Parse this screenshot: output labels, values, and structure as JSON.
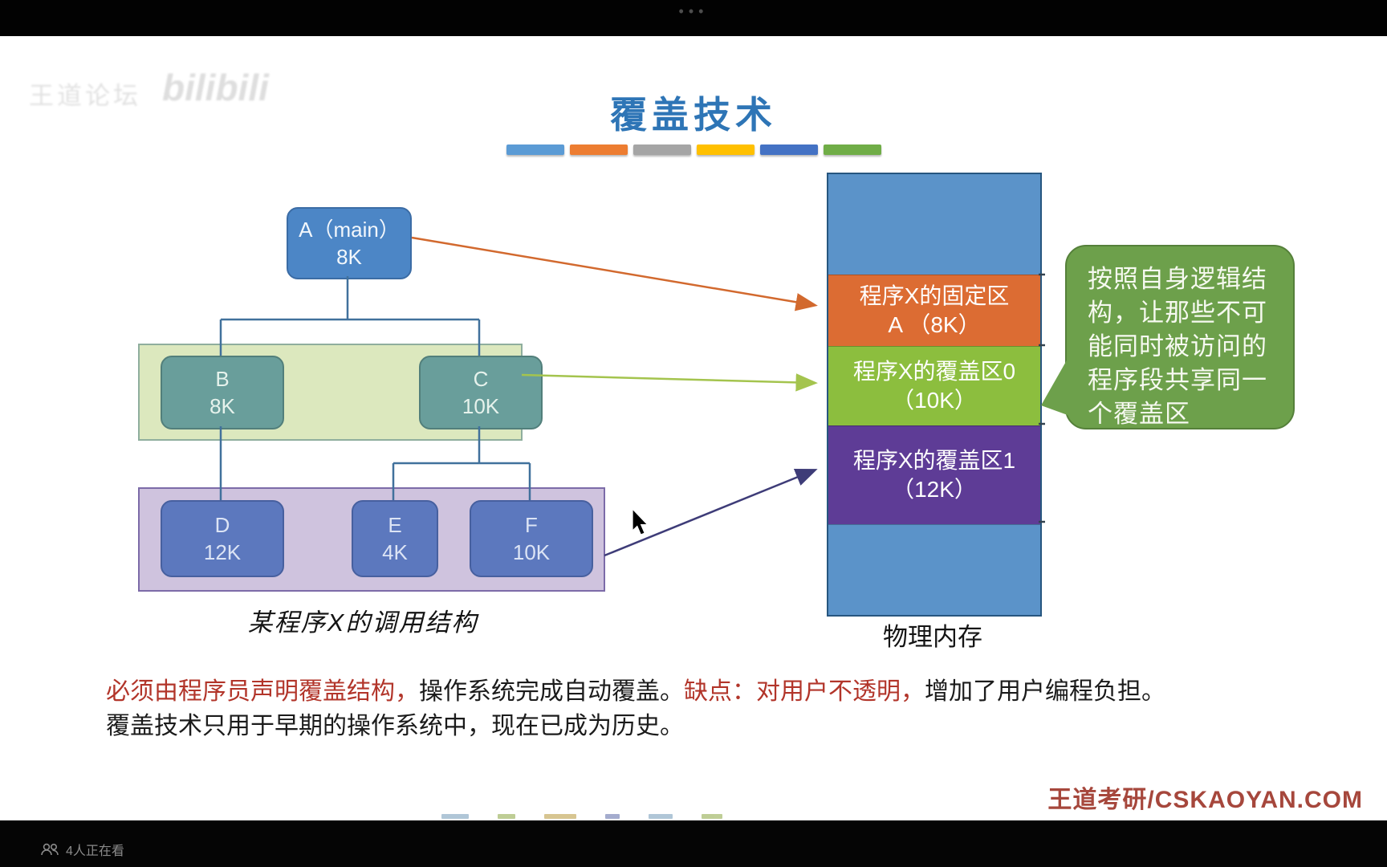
{
  "window": {
    "top_dots": "•••",
    "viewers_label": "4人正在看"
  },
  "watermark": {
    "forum": "王道论坛",
    "platform": "bilibili"
  },
  "slide": {
    "title": "覆盖技术",
    "underline_colors": [
      "#5B9BD5",
      "#ED7D31",
      "#A5A5A5",
      "#FFC000",
      "#4472C4",
      "#70AD47"
    ],
    "call_tree": {
      "caption": "某程序X的调用结构",
      "nodes": [
        {
          "id": "A",
          "line1": "A（main）",
          "line2": "8K"
        },
        {
          "id": "B",
          "line1": "B",
          "line2": "8K"
        },
        {
          "id": "C",
          "line1": "C",
          "line2": "10K"
        },
        {
          "id": "D",
          "line1": "D",
          "line2": "12K"
        },
        {
          "id": "E",
          "line1": "E",
          "line2": "4K"
        },
        {
          "id": "F",
          "line1": "F",
          "line2": "10K"
        }
      ]
    },
    "memory": {
      "caption": "物理内存",
      "segments": [
        {
          "name": "free-top",
          "line1": "",
          "line2": "",
          "color": "#5B93C9"
        },
        {
          "name": "fixed-area",
          "line1": "程序X的固定区",
          "line2": "A （8K）",
          "color": "#DC6C33"
        },
        {
          "name": "overlay-area-0",
          "line1": "程序X的覆盖区0",
          "line2": "（10K）",
          "color": "#8CBE3E"
        },
        {
          "name": "overlay-area-1",
          "line1": "程序X的覆盖区1",
          "line2": "（12K）",
          "color": "#5E3C96"
        },
        {
          "name": "free-bottom",
          "line1": "",
          "line2": "",
          "color": "#5B93C9"
        }
      ]
    },
    "bubble": {
      "color": "#6DA04B",
      "lines": [
        "按照自身逻辑结",
        "构，让那些不可",
        "能同时被访问的",
        "程序段共享同一",
        "个覆盖区"
      ]
    },
    "notes": {
      "line1": [
        {
          "text": "必须由程序员声明覆盖结构，",
          "emphasis": true
        },
        {
          "text": "操作系统完成自动覆盖。",
          "emphasis": false
        },
        {
          "text": "缺点：对用户不透明，",
          "emphasis": true
        },
        {
          "text": "增加了用户编程负担。",
          "emphasis": false
        }
      ],
      "line2": "覆盖技术只用于早期的操作系统中，现在已成为历史。",
      "emphasis_color": "#B2352A"
    },
    "brand": "王道考研/CSKAOYAN.COM"
  }
}
